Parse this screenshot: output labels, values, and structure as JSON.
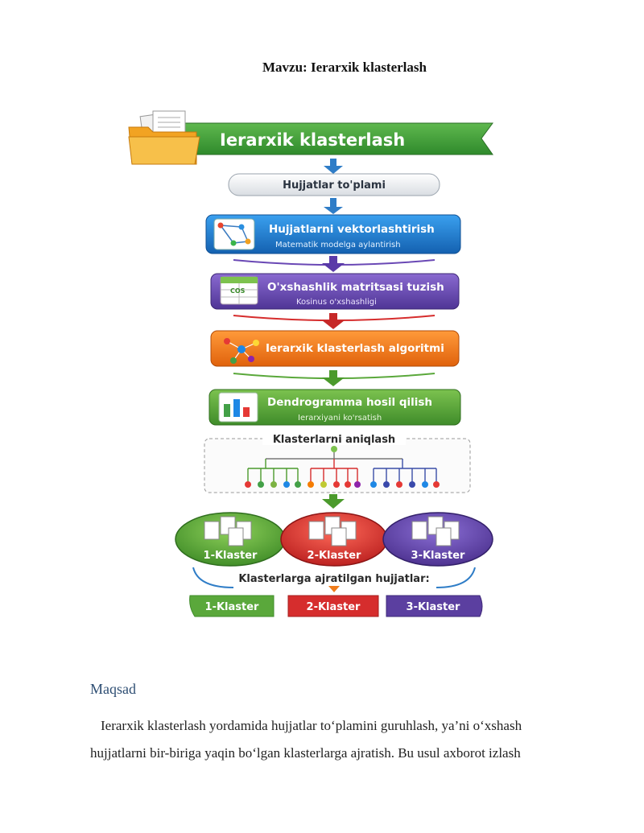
{
  "document": {
    "title": "Mavzu: Ierarxik klasterlash",
    "section_heading": "Maqsad",
    "paragraph_lines": [
      "Ierarxik klasterlash yordamida hujjatlar to‘plamini guruhlash, ya’ni o‘xshash",
      "hujjatlarni bir-biriga yaqin bo‘lgan klasterlarga ajratish. Bu usul axborot izlash"
    ]
  },
  "diagram": {
    "banner_title": "Ierarxik klasterlash",
    "step_collection": "Hujjatlar to'plami",
    "step_vectorize": {
      "title": "Hujjatlarni vektorlashtirish",
      "subtitle": "Matematik modelga aylantirish"
    },
    "step_similarity": {
      "title": "O'xshashlik matritsasi tuzish",
      "subtitle": "Kosinus o'xshashligi",
      "icon_label": "COS"
    },
    "step_algorithm": {
      "title": "Ierarxik klasterlash algoritmi"
    },
    "step_dendrogram": {
      "title": "Dendrogramma hosil qilish",
      "subtitle": "Ierarxiyani ko'rsatish"
    },
    "identify_label": "Klasterlarni aniqlash",
    "clusters": [
      "1-Klaster",
      "2-Klaster",
      "3-Klaster"
    ],
    "result_label": "Klasterlarga ajratilgan hujjatlar:",
    "result_tags": [
      "1-Klaster",
      "2-Klaster",
      "3-Klaster"
    ],
    "colors": {
      "banner_green": "#3f9b3a",
      "blue": "#1f7fd0",
      "purple": "#6a48b5",
      "orange": "#f07c1a",
      "green": "#5aa83b",
      "red": "#d62d2d",
      "violet": "#5b3fa0",
      "arrow_blue": "#2f7dc7"
    }
  }
}
